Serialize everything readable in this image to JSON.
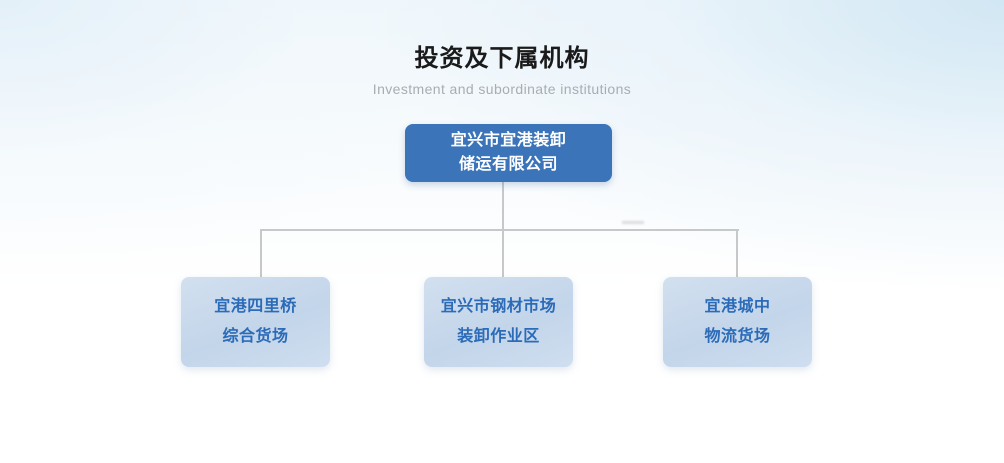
{
  "header": {
    "title": "投资及下属机构",
    "subtitle": "Investment and subordinate institutions"
  },
  "colors": {
    "root_bg": "#3c74b9",
    "root_text": "#ffffff",
    "child_bg": "#c8d9ec",
    "child_text": "#2b6bb8",
    "connector": "#c6c8ca",
    "page_bg_top": "#eef6fb",
    "page_bg_bottom": "#ffffff",
    "subtitle_text": "#a8adb3"
  },
  "chart": {
    "type": "org-chart",
    "root": {
      "name": "root-node",
      "line1": "宜兴市宜港装卸",
      "line2": "储运有限公司",
      "full_text": "宜兴市宜港装卸储运有限公司"
    },
    "children": [
      {
        "name": "child-node-siliqiao",
        "line1": "宜港四里桥",
        "line2": "综合货场",
        "full_text": "宜港四里桥综合货场"
      },
      {
        "name": "child-node-steel-market",
        "line1": "宜兴市钢材市场",
        "line2": "装卸作业区",
        "full_text": "宜兴市钢材市场装卸作业区"
      },
      {
        "name": "child-node-chengzhong",
        "line1": "宜港城中",
        "line2": "物流货场",
        "full_text": "宜港城中物流货场"
      }
    ]
  }
}
